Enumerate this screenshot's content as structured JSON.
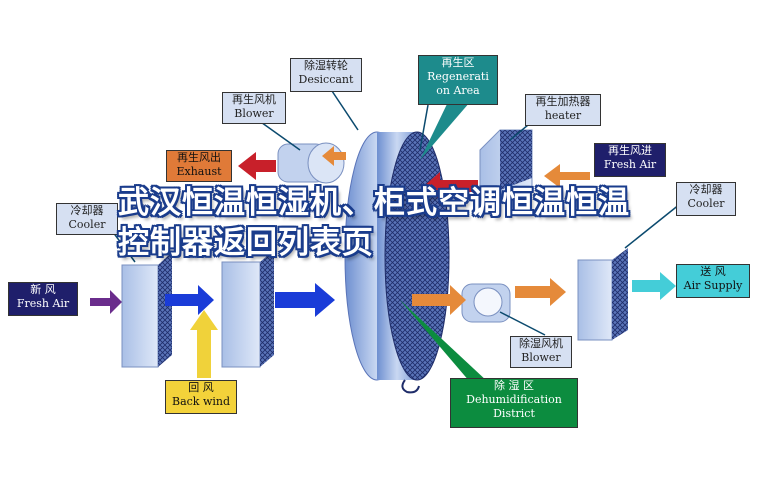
{
  "labels": {
    "desiccant": {
      "zh": "除湿转轮",
      "en": "Desiccant"
    },
    "regen_area": {
      "zh": "再生区",
      "en1": "Regenerati",
      "en2": "on Area"
    },
    "regen_blower": {
      "zh": "再生风机",
      "en": "Blower"
    },
    "regen_heater": {
      "zh": "再生加热器",
      "en": "heater"
    },
    "regen_exhaust": {
      "zh": "再生风出",
      "en": "Exhaust"
    },
    "regen_fresh_air": {
      "zh": "再生风进",
      "en": "Fresh Air"
    },
    "cooler_left": {
      "zh": "冷却器",
      "en": "Cooler"
    },
    "cooler_right": {
      "zh": "冷却器",
      "en": "Cooler"
    },
    "fresh_air": {
      "zh": "新 风",
      "en": "Fresh Air"
    },
    "air_supply": {
      "zh": "送 风",
      "en": "Air Supply"
    },
    "back_wind": {
      "zh": "回 风",
      "en": "Back wind"
    },
    "dehum_blower": {
      "zh": "除湿风机",
      "en": "Blower"
    },
    "dehum_district": {
      "zh": "除 湿 区",
      "en1": "Dehumidification",
      "en2": "District"
    }
  },
  "overlay_title": "武汉恒温恒湿机、柜式空调恒温恒温控制器返回列表页",
  "colors": {
    "blue_label": "#d6e0f2",
    "dark_label": "#1f1f6b",
    "green_label": "#0c8c3f",
    "yellow_label": "#f3d23a",
    "orange_label": "#e07a38",
    "cyan_label": "#44cdd8",
    "arrow_blue": "#1a3cd8",
    "arrow_orange": "#e58a3a",
    "arrow_yellow": "#f0d23a",
    "arrow_purple": "#6a2c8c",
    "arrow_red": "#c8202a"
  }
}
